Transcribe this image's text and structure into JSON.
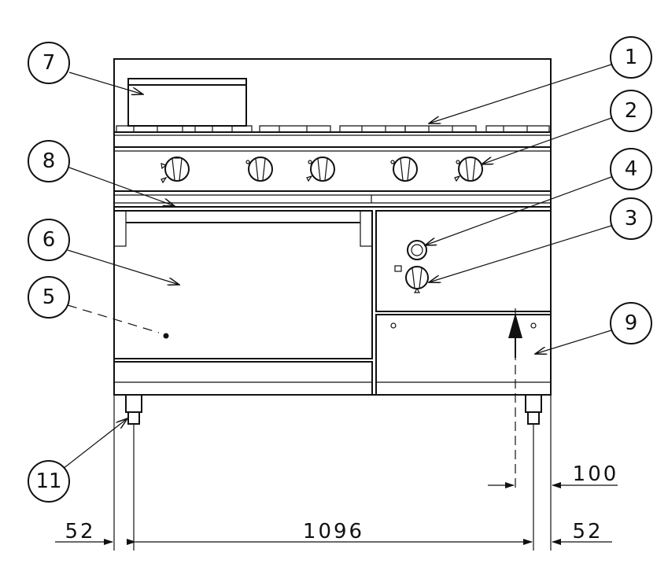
{
  "callouts": [
    {
      "id": "c1",
      "label": "1"
    },
    {
      "id": "c2",
      "label": "2"
    },
    {
      "id": "c3",
      "label": "3"
    },
    {
      "id": "c4",
      "label": "4"
    },
    {
      "id": "c5",
      "label": "5"
    },
    {
      "id": "c6",
      "label": "6"
    },
    {
      "id": "c7",
      "label": "7"
    },
    {
      "id": "c8",
      "label": "8"
    },
    {
      "id": "c9",
      "label": "9"
    },
    {
      "id": "c11",
      "label": "11"
    }
  ],
  "dimensions": {
    "left_margin": "52",
    "width": "1096",
    "right_margin": "52",
    "inlet_offset": "100"
  }
}
